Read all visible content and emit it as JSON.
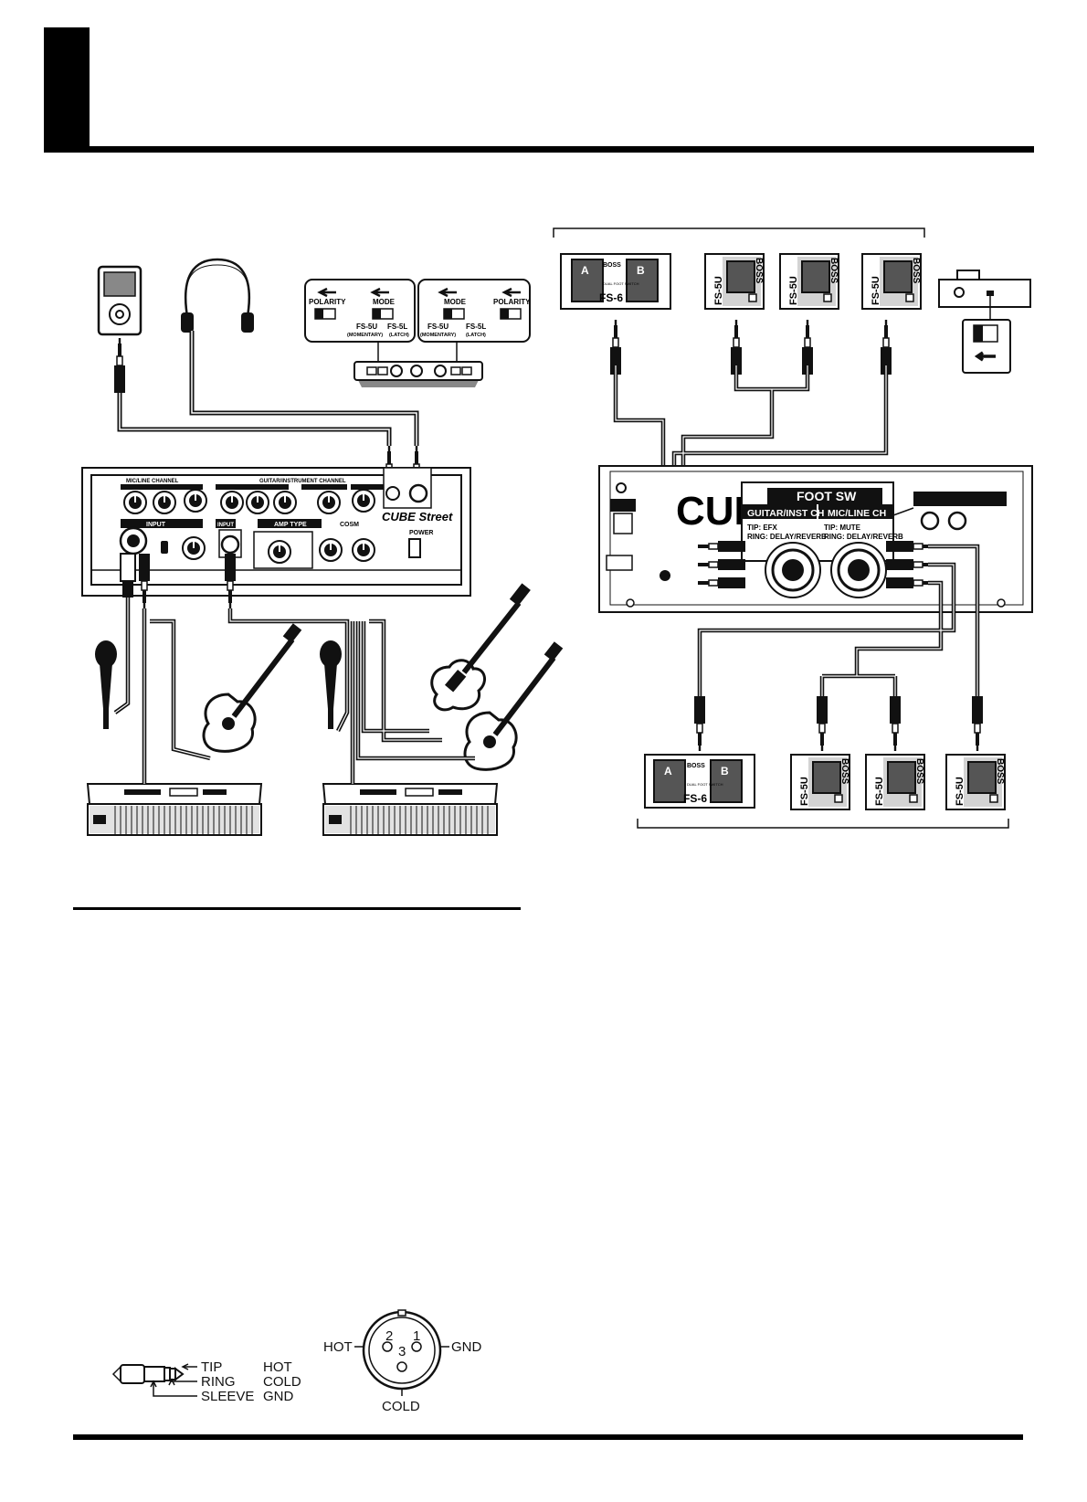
{
  "switch_panel": {
    "left_group": {
      "polarity": "POLARITY",
      "mode": "MODE",
      "fs5u": "FS-5U",
      "fs5u_sub": "(MOMENTARY)",
      "fs5l": "FS-5L",
      "fs5l_sub": "(LATCH)"
    },
    "right_group": {
      "mode": "MODE",
      "polarity": "POLARITY",
      "fs5u": "FS-5U",
      "fs5u_sub": "(MOMENTARY)",
      "fs5l": "FS-5L",
      "fs5l_sub": "(LATCH)"
    }
  },
  "amp": {
    "brand": "CUBE Street",
    "channels": {
      "mic_line": "MIC/LINE CHANNEL",
      "guitar_inst": "GUITAR/INSTRUMENT CHANNEL"
    },
    "sections": {
      "input1": "INPUT",
      "input2": "INPUT",
      "amp_type": "AMP TYPE",
      "cosm": "COSM",
      "power": "POWER"
    }
  },
  "pedals": {
    "fs6_label": "FS-6",
    "fs6_brand": "BOSS",
    "fs6_sub": "DUAL FOOT SWITCH",
    "fs6_a": "A",
    "fs6_b": "B",
    "fs5u_label": "FS-5U",
    "fs5u_brand": "BOSS"
  },
  "rear_panel": {
    "footsw": "FOOT SW",
    "guitar_ch": "GUITAR/INST CH",
    "mic_ch": "MIC/LINE CH",
    "guitar_tip": "TIP: EFX",
    "guitar_ring": "RING: DELAY/REVERB",
    "mic_tip": "TIP: MUTE",
    "mic_ring": "RING: DELAY/REVERB"
  },
  "plug_legend": {
    "tip": "TIP",
    "ring": "RING",
    "sleeve": "SLEEVE",
    "hot": "HOT",
    "cold": "COLD",
    "gnd": "GND"
  },
  "xlr_legend": {
    "hot": "HOT",
    "gnd": "GND",
    "cold": "COLD",
    "pin1": "1",
    "pin2": "2",
    "pin3": "3"
  }
}
